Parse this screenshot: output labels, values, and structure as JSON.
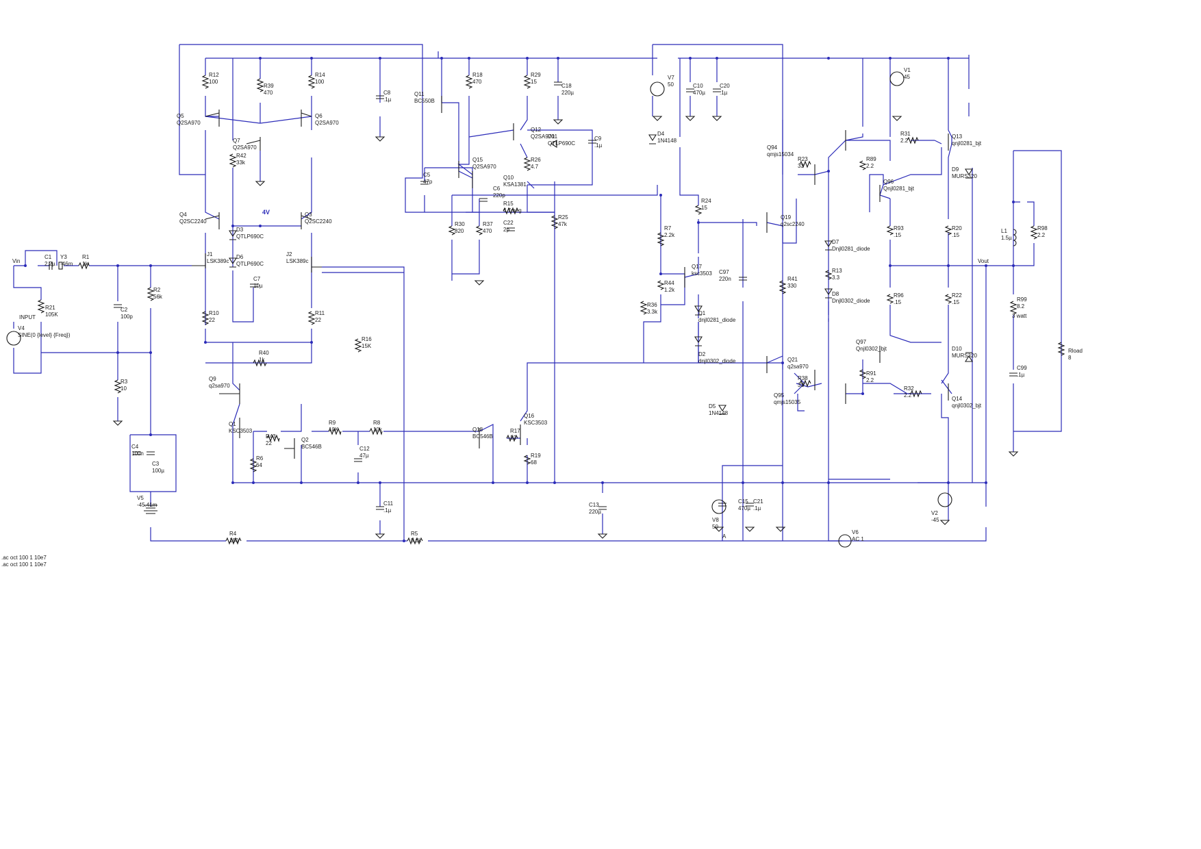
{
  "nets": {
    "vin": "Vin",
    "vout": "Vout",
    "input": "INPUT",
    "four_v": "4V",
    "a": "A"
  },
  "components": {
    "C1": [
      "C1",
      "2.2µ"
    ],
    "Y3": [
      "Y3",
      "-46m"
    ],
    "R1": [
      "R1",
      "1k"
    ],
    "R21": [
      "R21",
      "105K"
    ],
    "V4": [
      "V4",
      "SINE(0 {level} {Freq})"
    ],
    "C2": [
      "C2",
      "100p"
    ],
    "R2": [
      "R2",
      "56k"
    ],
    "R3": [
      "R3",
      "10"
    ],
    "C4": [
      "C4",
      "100n"
    ],
    "C3": [
      "C3",
      "100µ"
    ],
    "V5": [
      "V5",
      "-45.41m"
    ],
    "R4": [
      "R4",
      "180"
    ],
    "R5": [
      "R5",
      "5.6k"
    ],
    "R12": [
      "R12",
      "100"
    ],
    "Q5": [
      "Q5",
      "Q2SA970"
    ],
    "R39": [
      "R39",
      "470"
    ],
    "R14": [
      "R14",
      "100"
    ],
    "Q6": [
      "Q6",
      "Q2SA970"
    ],
    "Q7": [
      "Q7",
      "Q2SA970"
    ],
    "R42": [
      "R42",
      "33k"
    ],
    "Q4": [
      "Q4",
      "Q2SC2240"
    ],
    "Q3": [
      "Q3",
      "Q2SC2240"
    ],
    "D3": [
      "D3",
      "QTLP690C"
    ],
    "D6": [
      "D6",
      "QTLP690C"
    ],
    "C7": [
      "C7",
      "10µ"
    ],
    "J1": [
      "J1",
      "LSK389c"
    ],
    "J2": [
      "J2",
      "LSK389c"
    ],
    "R10": [
      "R10",
      "22"
    ],
    "R11": [
      "R11",
      "22"
    ],
    "R40": [
      "R40",
      "1k"
    ],
    "Q9": [
      "Q9",
      "q2sa970"
    ],
    "Q1": [
      "Q1",
      "KSC3503"
    ],
    "R43": [
      "R43",
      "22"
    ],
    "Q2": [
      "Q2",
      "BC546B"
    ],
    "R6": [
      "R6",
      "64"
    ],
    "R9": [
      "R9",
      "10K"
    ],
    "R8": [
      "R8",
      "10k"
    ],
    "C12": [
      "C12",
      "47µ"
    ],
    "C11": [
      "C11",
      ".1µ"
    ],
    "R16": [
      "R16",
      "15K"
    ],
    "C8": [
      "C8",
      ".1µ"
    ],
    "Q11": [
      "Q11",
      "BC550B"
    ],
    "R18": [
      "R18",
      "470"
    ],
    "R29": [
      "R29",
      "15"
    ],
    "C18": [
      "C18",
      "220µ"
    ],
    "Q12": [
      "Q12",
      "Q2SA970"
    ],
    "D11": [
      "D11",
      "QTLP690C"
    ],
    "C9": [
      "C9",
      ".1µ"
    ],
    "Q15": [
      "Q15",
      "Q2SA970"
    ],
    "R26": [
      "R26",
      "4.7"
    ],
    "Q10": [
      "Q10",
      "KSA1381"
    ],
    "C5": [
      "C5",
      "47p"
    ],
    "C6": [
      "C6",
      "220p"
    ],
    "R15": [
      "R15",
      "4.7meg"
    ],
    "C22": [
      "C22",
      "2p"
    ],
    "R30": [
      "R30",
      "820"
    ],
    "R37": [
      "R37",
      "470"
    ],
    "R25": [
      "R25",
      "47k"
    ],
    "Q16": [
      "Q16",
      "KSC3503"
    ],
    "Q18": [
      "Q18",
      "BC546B"
    ],
    "R17": [
      "R17",
      "22"
    ],
    "R19": [
      "R19",
      "68"
    ],
    "C13": [
      "C13",
      "220µ"
    ],
    "V7": [
      "V7",
      "50"
    ],
    "C10": [
      "C10",
      "470µ"
    ],
    "C20": [
      "C20",
      ".1µ"
    ],
    "D4": [
      "D4",
      "1N4148"
    ],
    "R24": [
      "R24",
      "15"
    ],
    "R7": [
      "R7",
      "2.2k"
    ],
    "R44": [
      "R44",
      "1.2k"
    ],
    "Q17": [
      "Q17",
      "ksc3503"
    ],
    "C97": [
      "C97",
      "220n"
    ],
    "R36": [
      "R36",
      "3.3k"
    ],
    "D1": [
      "D1",
      "dnjl0281_diode"
    ],
    "D2": [
      "D2",
      "dnjl0302_diode"
    ],
    "D5": [
      "D5",
      "1N4148"
    ],
    "V8": [
      "V8",
      "50"
    ],
    "C15": [
      "C15",
      "470µ"
    ],
    "C21": [
      "C21",
      ".1µ"
    ],
    "V6": [
      "V6",
      "AC 1"
    ],
    "Q94": [
      "Q94",
      "qmjs15034"
    ],
    "R23": [
      "R23",
      "33"
    ],
    "Q19": [
      "Q19",
      "q2sc2240"
    ],
    "R41": [
      "R41",
      "330"
    ],
    "Q21": [
      "Q21",
      "q2sa970"
    ],
    "R38": [
      "R38",
      "33"
    ],
    "Q95": [
      "Q95",
      "qmjs15035"
    ],
    "D7": [
      "D7",
      "Dnjl0281_diode"
    ],
    "R13": [
      "R13",
      "3.3"
    ],
    "D8": [
      "D8",
      "Dnjl0302_diode"
    ],
    "V1": [
      "V1",
      "45"
    ],
    "R31": [
      "R31",
      "2.2"
    ],
    "Q13": [
      "Q13",
      "qnjl0281_bjt"
    ],
    "R89": [
      "R89",
      "2.2"
    ],
    "Q96": [
      "Q96",
      "Qnjl0281_bjt"
    ],
    "D9": [
      "D9",
      "MURS320"
    ],
    "R93": [
      "R93",
      ".15"
    ],
    "R20": [
      "R20",
      ".15"
    ],
    "R96": [
      "R96",
      ".15"
    ],
    "R22": [
      "R22",
      ".15"
    ],
    "Q97": [
      "Q97",
      "Qnjl0302_bjt"
    ],
    "R91": [
      "R91",
      "2.2"
    ],
    "R32": [
      "R32",
      "2.2"
    ],
    "Q14": [
      "Q14",
      "qnjl0302_bjt"
    ],
    "D10": [
      "D10",
      "MURS320"
    ],
    "V2": [
      "V2",
      "-45"
    ],
    "L1": [
      "L1",
      "1.5µ"
    ],
    "R98": [
      "R98",
      "2.2"
    ],
    "R99": [
      "R99",
      "8.2"
    ],
    "R99_power": "3 watt",
    "C99": [
      "C99",
      ".1µ"
    ],
    "Rload": [
      "Rload",
      "8"
    ]
  },
  "directives": [
    ".ac oct 100 1 10e7",
    ".ac oct 100 1 10e7"
  ]
}
